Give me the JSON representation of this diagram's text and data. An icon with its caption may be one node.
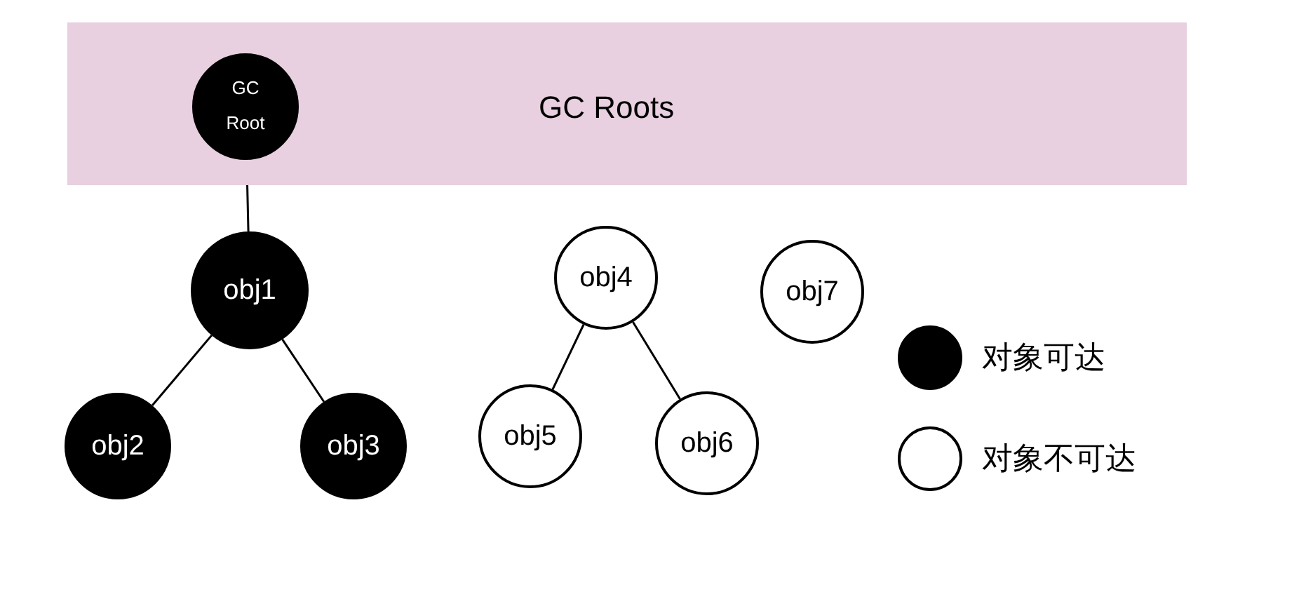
{
  "diagram": {
    "nodes": [
      {
        "text": [
          "GC Roots"
        ]
      },
      {
        "text": [
          "GC Root"
        ],
        "in": 0
      },
      {
        "text": [
          "obj1"
        ]
      },
      {
        "text": [
          "obj2"
        ]
      },
      {
        "text": [
          "obj3"
        ]
      },
      {
        "text": [
          "obj4"
        ]
      },
      {
        "text": [
          "obj5"
        ]
      },
      {
        "text": [
          "obj6"
        ]
      },
      {
        "text": [
          "obj7"
        ]
      }
    ],
    "edges": [
      {
        "from": 1,
        "to": 2,
        "arrow": "none"
      },
      {
        "from": 2,
        "to": 3,
        "arrow": "none"
      },
      {
        "from": 2,
        "to": 4,
        "arrow": "none"
      },
      {
        "from": 5,
        "to": 6,
        "arrow": "none"
      },
      {
        "from": 5,
        "to": 7,
        "arrow": "none"
      }
    ],
    "legend": [
      {
        "text": "对象可达",
        "color": "#000000"
      },
      {
        "text": "对象不可达",
        "color": "#ffffff"
      }
    ]
  }
}
